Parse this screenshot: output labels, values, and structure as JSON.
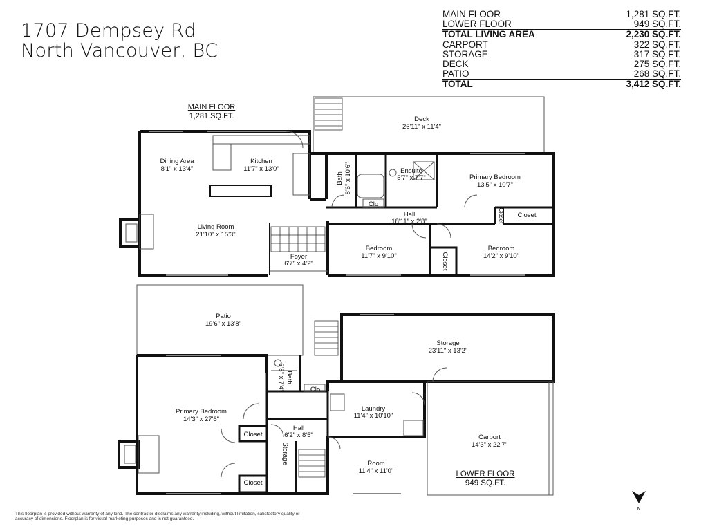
{
  "property": {
    "address_line1": "1707 Dempsey Rd",
    "address_line2": "North Vancouver, BC"
  },
  "area_summary": [
    {
      "label": "MAIN FLOOR",
      "value": "1,281 SQ.FT.",
      "style": "normal"
    },
    {
      "label": "LOWER FLOOR",
      "value": "949 SQ.FT.",
      "style": "underline"
    },
    {
      "label": "TOTAL LIVING AREA",
      "value": "2,230 SQ.FT.",
      "style": "bold"
    },
    {
      "label": "CARPORT",
      "value": "322 SQ.FT.",
      "style": "normal"
    },
    {
      "label": "STORAGE",
      "value": "317 SQ.FT.",
      "style": "normal"
    },
    {
      "label": "DECK",
      "value": "275 SQ.FT.",
      "style": "normal"
    },
    {
      "label": "PATIO",
      "value": "268 SQ.FT.",
      "style": "underline"
    },
    {
      "label": "TOTAL",
      "value": "3,412 SQ.FT.",
      "style": "bold"
    }
  ],
  "main_floor": {
    "title": "MAIN FLOOR",
    "area": "1,281 SQ.FT.",
    "rooms": {
      "deck": {
        "name": "Deck",
        "dims": "26'11\" x 11'4\""
      },
      "dining": {
        "name": "Dining Area",
        "dims": "8'1\" x 13'4\""
      },
      "kitchen": {
        "name": "Kitchen",
        "dims": "11'7\" x 13'0\""
      },
      "bath": {
        "name": "Bath",
        "dims": "8'6\" x 10'6\""
      },
      "clo": {
        "name": "Clo"
      },
      "ensuite": {
        "name": "Ensuite",
        "dims": "5'7\" x 7'7\""
      },
      "primary_bedroom": {
        "name": "Primary Bedroom",
        "dims": "13'5\" x 10'7\""
      },
      "closet_a": {
        "name": "Closet"
      },
      "closet_b": {
        "name": "Closet"
      },
      "hall": {
        "name": "Hall",
        "dims": "18'11\" x 2'8\""
      },
      "living": {
        "name": "Living Room",
        "dims": "21'10\" x 15'3\""
      },
      "foyer": {
        "name": "Foyer",
        "dims": "6'7\" x 4'2\""
      },
      "bedroom1": {
        "name": "Bedroom",
        "dims": "11'7\" x 9'10\""
      },
      "closet_c": {
        "name": "Closet"
      },
      "bedroom2": {
        "name": "Bedroom",
        "dims": "14'2\" x 9'10\""
      }
    }
  },
  "lower_floor": {
    "title": "LOWER FLOOR",
    "area": "949 SQ.FT.",
    "rooms": {
      "patio": {
        "name": "Patio",
        "dims": "19'6\" x 13'8\""
      },
      "storage": {
        "name": "Storage",
        "dims": "23'11\" x 13'2\""
      },
      "bath": {
        "name": "Bath",
        "dims": "3'8\" x 7'4\""
      },
      "clo": {
        "name": "Clo"
      },
      "laundry": {
        "name": "Laundry",
        "dims": "11'4\" x 10'10\""
      },
      "primary_bedroom": {
        "name": "Primary Bedroom",
        "dims": "14'3\" x 27'6\""
      },
      "closet_a": {
        "name": "Closet"
      },
      "hall": {
        "name": "Hall",
        "dims": "6'2\" x 8'5\""
      },
      "storage_small": {
        "name": "Storage"
      },
      "carport": {
        "name": "Carport",
        "dims": "14'3\" x 22'7\""
      },
      "room": {
        "name": "Room",
        "dims": "11'4\" x 11'0\""
      },
      "closet_b": {
        "name": "Closet"
      }
    }
  },
  "compass": {
    "label": "N"
  },
  "disclaimer": "This floorplan is provided without warranty of any kind. The contractor disclaims any warranty including, without limitation, satisfactory quality or accuracy of dimensions. Floorplan is for visual marketing purposes and is not guaranteed."
}
